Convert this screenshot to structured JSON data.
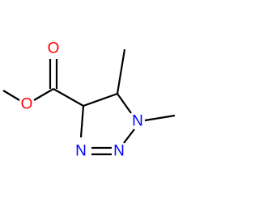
{
  "molecule": {
    "atoms": {
      "carbonyl_oxygen": "O",
      "ester_oxygen": "O",
      "ring_n1": "N",
      "ring_n2": "N",
      "ring_n3": "N"
    }
  },
  "colors": {
    "bond": "#000000",
    "oxygen": "#ff0000",
    "nitrogen": "#0000ff",
    "background": "#ffffff"
  }
}
